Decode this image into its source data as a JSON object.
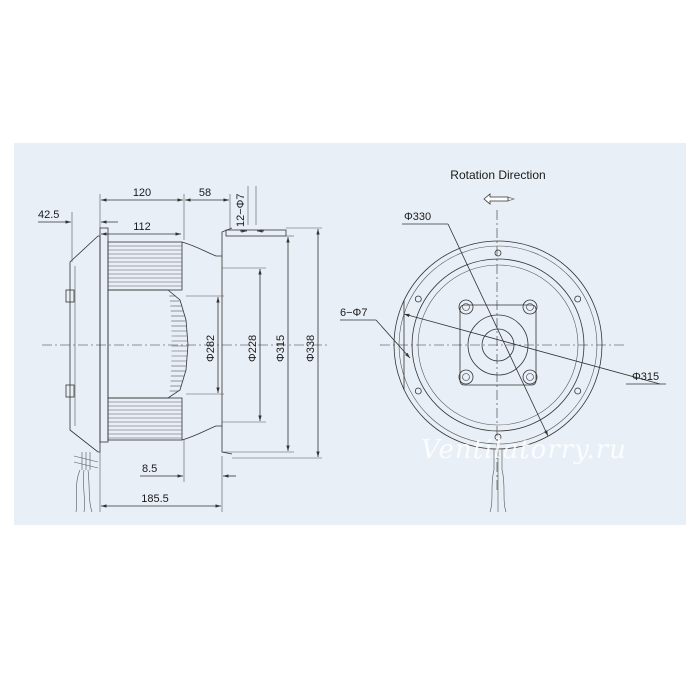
{
  "side_view": {
    "dims": {
      "d120": "120",
      "d58": "58",
      "d12phi7": "12−Φ7",
      "d42_5": "42.5",
      "d112": "112",
      "dphi282": "Φ282",
      "dphi228": "Φ228",
      "dphi315": "Φ315",
      "dphi338": "Φ338",
      "d8_5": "8.5",
      "d185_5": "185.5"
    }
  },
  "front_view": {
    "title": "Rotation Direction",
    "dims": {
      "dphi330": "Φ330",
      "d6phi7": "6−Φ7",
      "dphi315": "Φ315"
    }
  },
  "watermark": "Ventilatorry.ru"
}
